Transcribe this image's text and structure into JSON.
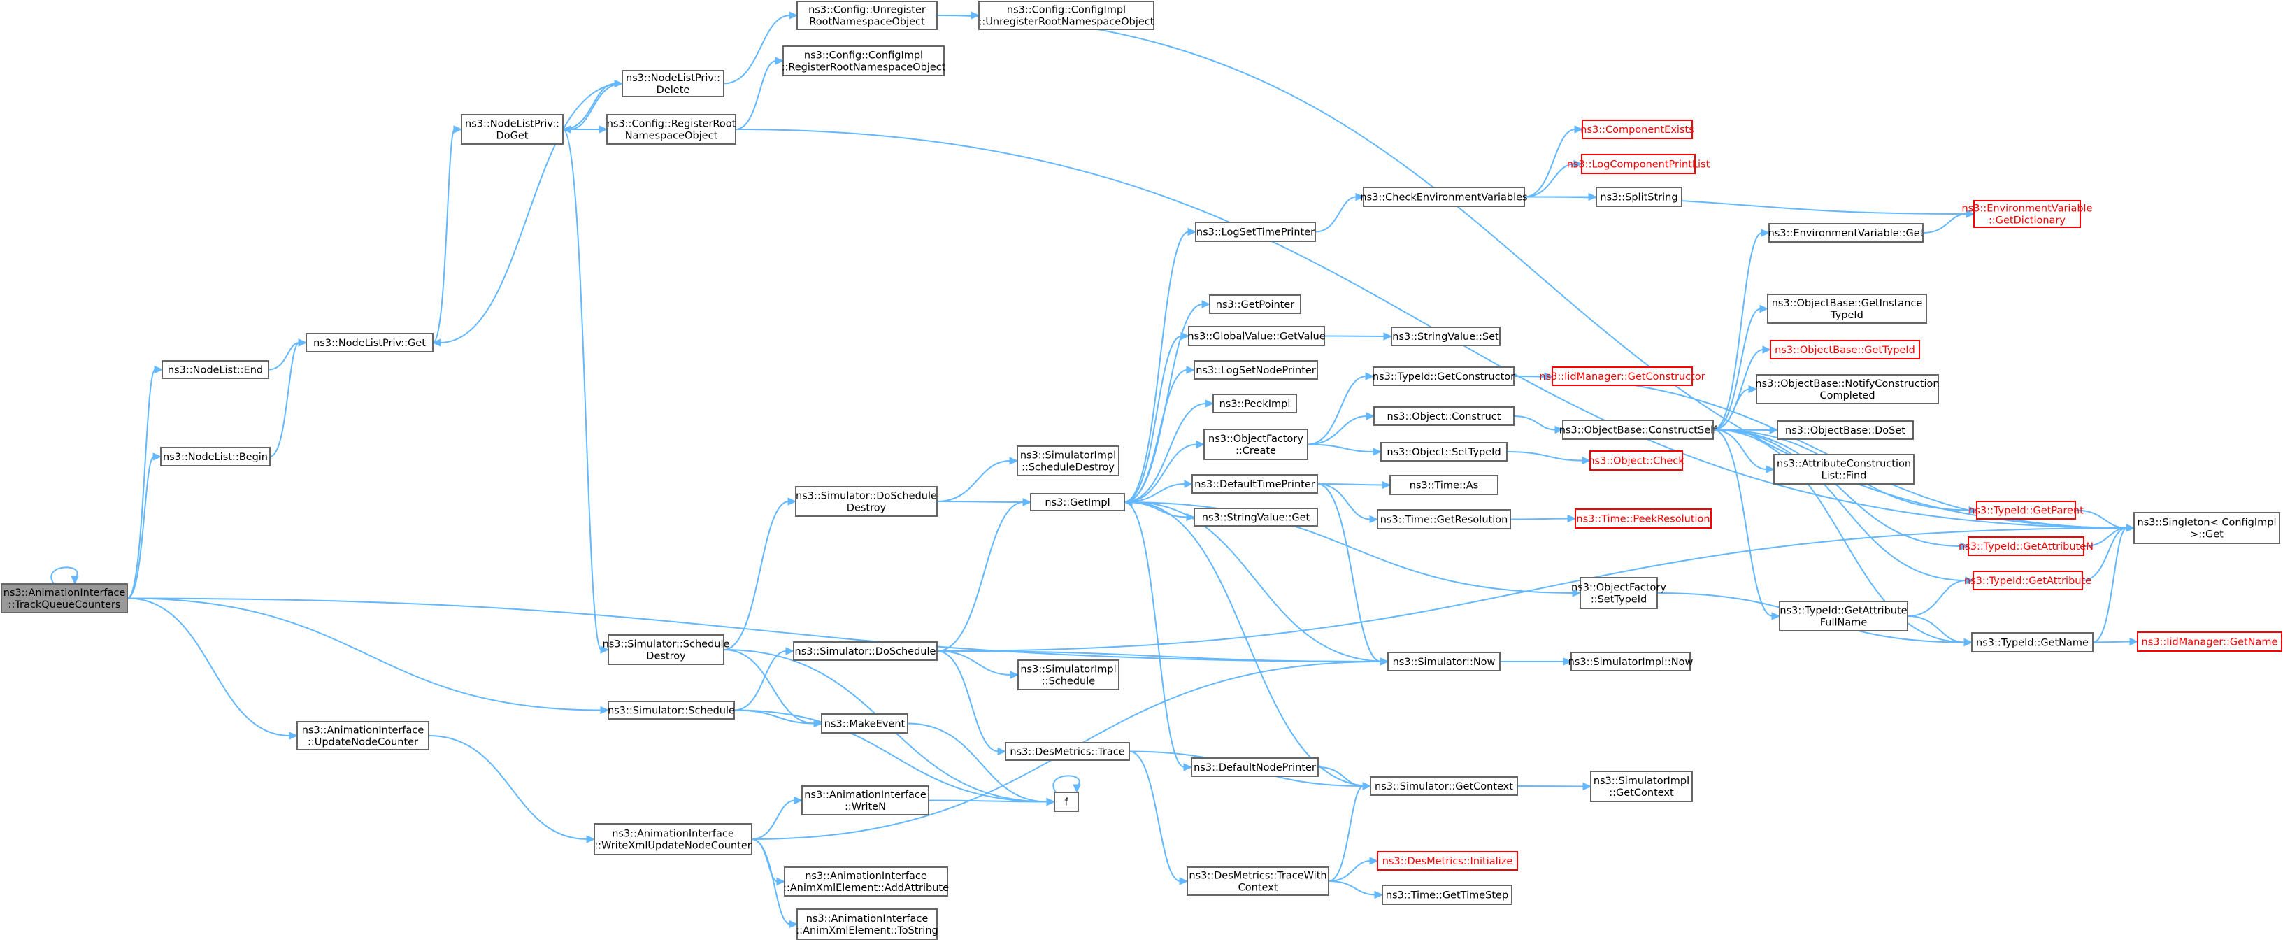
{
  "theme": {
    "edge_color": "#63b8ff",
    "node_border": "#666666",
    "root_fill": "#999999",
    "missing_border": "#ff0000"
  },
  "nodes": [
    {
      "id": "root",
      "lines": [
        "ns3::AnimationInterface",
        "::TrackQueueCounters"
      ],
      "style": "root"
    },
    {
      "id": "nl_end",
      "lines": [
        "ns3::NodeList::End"
      ]
    },
    {
      "id": "nl_begin",
      "lines": [
        "ns3::NodeList::Begin"
      ]
    },
    {
      "id": "nlp_get",
      "lines": [
        "ns3::NodeListPriv::Get"
      ]
    },
    {
      "id": "nlp_doget",
      "lines": [
        "ns3::NodeListPriv::",
        "DoGet"
      ]
    },
    {
      "id": "nlp_delete",
      "lines": [
        "ns3::NodeListPriv::",
        "Delete"
      ]
    },
    {
      "id": "cfg_unreg",
      "lines": [
        "ns3::Config::Unregister",
        "RootNamespaceObject"
      ]
    },
    {
      "id": "cfgimpl_unreg",
      "lines": [
        "ns3::Config::ConfigImpl",
        "::UnregisterRootNamespaceObject"
      ]
    },
    {
      "id": "cfgimpl_reg",
      "lines": [
        "ns3::Config::ConfigImpl",
        "::RegisterRootNamespaceObject"
      ]
    },
    {
      "id": "cfg_reg",
      "lines": [
        "ns3::Config::RegisterRoot",
        "NamespaceObject"
      ]
    },
    {
      "id": "sim_schedule_destroy",
      "lines": [
        "ns3::Simulator::Schedule",
        "Destroy"
      ]
    },
    {
      "id": "sim_schedule",
      "lines": [
        "ns3::Simulator::Schedule"
      ]
    },
    {
      "id": "ai_update",
      "lines": [
        "ns3::AnimationInterface",
        "::UpdateNodeCounter"
      ]
    },
    {
      "id": "ai_write_update",
      "lines": [
        "ns3::AnimationInterface",
        "::WriteXmlUpdateNodeCounter"
      ]
    },
    {
      "id": "sim_do_schedule_destroy",
      "lines": [
        "ns3::Simulator::DoSchedule",
        "Destroy"
      ]
    },
    {
      "id": "sim_do_schedule",
      "lines": [
        "ns3::Simulator::DoSchedule"
      ]
    },
    {
      "id": "make_event",
      "lines": [
        "ns3::MakeEvent"
      ]
    },
    {
      "id": "ai_writen",
      "lines": [
        "ns3::AnimationInterface",
        "::WriteN"
      ]
    },
    {
      "id": "ai_addattr",
      "lines": [
        "ns3::AnimationInterface",
        "::AnimXmlElement::AddAttribute"
      ]
    },
    {
      "id": "ai_tostring",
      "lines": [
        "ns3::AnimationInterface",
        "::AnimXmlElement::ToString"
      ]
    },
    {
      "id": "simimpl_sched_destroy",
      "lines": [
        "ns3::SimulatorImpl",
        "::ScheduleDestroy"
      ]
    },
    {
      "id": "getimpl",
      "lines": [
        "ns3::GetImpl"
      ]
    },
    {
      "id": "simimpl_schedule",
      "lines": [
        "ns3::SimulatorImpl",
        "::Schedule"
      ]
    },
    {
      "id": "des_trace",
      "lines": [
        "ns3::DesMetrics::Trace"
      ]
    },
    {
      "id": "f",
      "lines": [
        "f"
      ]
    },
    {
      "id": "log_set_time",
      "lines": [
        "ns3::LogSetTimePrinter"
      ]
    },
    {
      "id": "get_pointer",
      "lines": [
        "ns3::GetPointer"
      ]
    },
    {
      "id": "gv_getvalue",
      "lines": [
        "ns3::GlobalValue::GetValue"
      ]
    },
    {
      "id": "log_set_node",
      "lines": [
        "ns3::LogSetNodePrinter"
      ]
    },
    {
      "id": "peek_impl",
      "lines": [
        "ns3::PeekImpl"
      ]
    },
    {
      "id": "of_create",
      "lines": [
        "ns3::ObjectFactory",
        "::Create"
      ]
    },
    {
      "id": "default_time",
      "lines": [
        "ns3::DefaultTimePrinter"
      ]
    },
    {
      "id": "sv_get",
      "lines": [
        "ns3::StringValue::Get"
      ]
    },
    {
      "id": "default_node",
      "lines": [
        "ns3::DefaultNodePrinter"
      ]
    },
    {
      "id": "des_trace_ctx",
      "lines": [
        "ns3::DesMetrics::TraceWith",
        "Context"
      ]
    },
    {
      "id": "check_env",
      "lines": [
        "ns3::CheckEnvironmentVariables"
      ]
    },
    {
      "id": "comp_exists",
      "lines": [
        "ns3::ComponentExists"
      ],
      "style": "red"
    },
    {
      "id": "log_comp_print",
      "lines": [
        "ns3::LogComponentPrintList"
      ],
      "style": "red"
    },
    {
      "id": "split_string",
      "lines": [
        "ns3::SplitString"
      ]
    },
    {
      "id": "sv_set",
      "lines": [
        "ns3::StringValue::Set"
      ]
    },
    {
      "id": "tid_get_ctor",
      "lines": [
        "ns3::TypeId::GetConstructor"
      ]
    },
    {
      "id": "iid_get_ctor",
      "lines": [
        "ns3::IidManager::GetConstructor"
      ],
      "style": "red"
    },
    {
      "id": "obj_construct",
      "lines": [
        "ns3::Object::Construct"
      ]
    },
    {
      "id": "obj_settypeid",
      "lines": [
        "ns3::Object::SetTypeId"
      ]
    },
    {
      "id": "obj_check",
      "lines": [
        "ns3::Object::Check"
      ],
      "style": "red"
    },
    {
      "id": "time_as",
      "lines": [
        "ns3::Time::As"
      ]
    },
    {
      "id": "time_getres",
      "lines": [
        "ns3::Time::GetResolution"
      ]
    },
    {
      "id": "time_peekres",
      "lines": [
        "ns3::Time::PeekResolution"
      ],
      "style": "red"
    },
    {
      "id": "of_settypeid",
      "lines": [
        "ns3::ObjectFactory",
        "::SetTypeId"
      ]
    },
    {
      "id": "sim_now",
      "lines": [
        "ns3::Simulator::Now"
      ]
    },
    {
      "id": "simimpl_now",
      "lines": [
        "ns3::SimulatorImpl::Now"
      ]
    },
    {
      "id": "sim_getctx",
      "lines": [
        "ns3::Simulator::GetContext"
      ]
    },
    {
      "id": "simimpl_getctx",
      "lines": [
        "ns3::SimulatorImpl",
        "::GetContext"
      ]
    },
    {
      "id": "des_init",
      "lines": [
        "ns3::DesMetrics::Initialize"
      ],
      "style": "red"
    },
    {
      "id": "time_getstep",
      "lines": [
        "ns3::Time::GetTimeStep"
      ]
    },
    {
      "id": "env_get",
      "lines": [
        "ns3::EnvironmentVariable::Get"
      ]
    },
    {
      "id": "env_getdict",
      "lines": [
        "ns3::EnvironmentVariable",
        "::GetDictionary"
      ],
      "style": "red"
    },
    {
      "id": "ob_getinst",
      "lines": [
        "ns3::ObjectBase::GetInstance",
        "TypeId"
      ]
    },
    {
      "id": "ob_gettypeid",
      "lines": [
        "ns3::ObjectBase::GetTypeId"
      ],
      "style": "red"
    },
    {
      "id": "ob_notify",
      "lines": [
        "ns3::ObjectBase::NotifyConstruction",
        "Completed"
      ]
    },
    {
      "id": "ob_construct_self",
      "lines": [
        "ns3::ObjectBase::ConstructSelf"
      ]
    },
    {
      "id": "ob_doset",
      "lines": [
        "ns3::ObjectBase::DoSet"
      ]
    },
    {
      "id": "attr_find",
      "lines": [
        "ns3::AttributeConstruction",
        "List::Find"
      ]
    },
    {
      "id": "tid_getparent",
      "lines": [
        "ns3::TypeId::GetParent"
      ],
      "style": "red"
    },
    {
      "id": "tid_getattrn",
      "lines": [
        "ns3::TypeId::GetAttributeN"
      ],
      "style": "red"
    },
    {
      "id": "tid_getattr",
      "lines": [
        "ns3::TypeId::GetAttribute"
      ],
      "style": "red"
    },
    {
      "id": "tid_getattrfull",
      "lines": [
        "ns3::TypeId::GetAttribute",
        "FullName"
      ]
    },
    {
      "id": "tid_getname",
      "lines": [
        "ns3::TypeId::GetName"
      ]
    },
    {
      "id": "iid_getname",
      "lines": [
        "ns3::IidManager::GetName"
      ],
      "style": "red"
    },
    {
      "id": "singleton_get",
      "lines": [
        "ns3::Singleton< ConfigImpl",
        ">::Get"
      ]
    }
  ],
  "edges": [
    [
      "root",
      "root"
    ],
    [
      "root",
      "nl_end"
    ],
    [
      "root",
      "nl_begin"
    ],
    [
      "root",
      "sim_now"
    ],
    [
      "root",
      "sim_schedule"
    ],
    [
      "root",
      "ai_update"
    ],
    [
      "nl_end",
      "nlp_get"
    ],
    [
      "nl_begin",
      "nlp_get"
    ],
    [
      "nlp_get",
      "nlp_doget"
    ],
    [
      "nlp_doget",
      "nlp_delete"
    ],
    [
      "nlp_doget",
      "cfg_reg"
    ],
    [
      "nlp_doget",
      "sim_schedule_destroy"
    ],
    [
      "nlp_delete",
      "nlp_get"
    ],
    [
      "nlp_delete",
      "nlp_doget"
    ],
    [
      "nlp_delete",
      "cfg_unreg"
    ],
    [
      "cfg_unreg",
      "cfgimpl_unreg"
    ],
    [
      "cfg_unreg",
      "singleton_get"
    ],
    [
      "cfg_reg",
      "cfgimpl_reg"
    ],
    [
      "cfg_reg",
      "singleton_get"
    ],
    [
      "sim_schedule_destroy",
      "sim_do_schedule_destroy"
    ],
    [
      "sim_schedule_destroy",
      "make_event"
    ],
    [
      "sim_schedule_destroy",
      "f"
    ],
    [
      "sim_schedule",
      "sim_do_schedule"
    ],
    [
      "sim_schedule",
      "make_event"
    ],
    [
      "sim_schedule",
      "f"
    ],
    [
      "ai_update",
      "ai_write_update"
    ],
    [
      "ai_write_update",
      "ai_writen"
    ],
    [
      "ai_write_update",
      "ai_addattr"
    ],
    [
      "ai_write_update",
      "ai_tostring"
    ],
    [
      "ai_write_update",
      "sim_now"
    ],
    [
      "sim_do_schedule_destroy",
      "simimpl_sched_destroy"
    ],
    [
      "sim_do_schedule_destroy",
      "getimpl"
    ],
    [
      "sim_do_schedule",
      "getimpl"
    ],
    [
      "sim_do_schedule",
      "simimpl_schedule"
    ],
    [
      "sim_do_schedule",
      "des_trace"
    ],
    [
      "sim_do_schedule",
      "sim_now"
    ],
    [
      "sim_do_schedule",
      "singleton_get"
    ],
    [
      "make_event",
      "f"
    ],
    [
      "ai_writen",
      "f"
    ],
    [
      "f",
      "f"
    ],
    [
      "des_trace",
      "sim_getctx"
    ],
    [
      "des_trace",
      "des_trace_ctx"
    ],
    [
      "getimpl",
      "log_set_time"
    ],
    [
      "getimpl",
      "get_pointer"
    ],
    [
      "getimpl",
      "gv_getvalue"
    ],
    [
      "getimpl",
      "log_set_node"
    ],
    [
      "getimpl",
      "peek_impl"
    ],
    [
      "getimpl",
      "of_create"
    ],
    [
      "getimpl",
      "default_time"
    ],
    [
      "getimpl",
      "sv_get"
    ],
    [
      "getimpl",
      "default_node"
    ],
    [
      "getimpl",
      "of_settypeid"
    ],
    [
      "log_set_time",
      "check_env"
    ],
    [
      "check_env",
      "comp_exists"
    ],
    [
      "check_env",
      "log_comp_print"
    ],
    [
      "check_env",
      "split_string"
    ],
    [
      "check_env",
      "env_getdict"
    ],
    [
      "gv_getvalue",
      "sv_set"
    ],
    [
      "of_create",
      "tid_get_ctor"
    ],
    [
      "of_create",
      "obj_construct"
    ],
    [
      "of_create",
      "obj_settypeid"
    ],
    [
      "tid_get_ctor",
      "iid_get_ctor"
    ],
    [
      "tid_get_ctor",
      "singleton_get"
    ],
    [
      "obj_construct",
      "ob_construct_self"
    ],
    [
      "obj_settypeid",
      "obj_check"
    ],
    [
      "default_time",
      "time_as"
    ],
    [
      "default_time",
      "time_getres"
    ],
    [
      "default_time",
      "sim_now"
    ],
    [
      "time_getres",
      "time_peekres"
    ],
    [
      "of_settypeid",
      "tid_getname"
    ],
    [
      "sim_now",
      "getimpl"
    ],
    [
      "sim_now",
      "simimpl_now"
    ],
    [
      "default_node",
      "sim_getctx"
    ],
    [
      "sim_getctx",
      "getimpl"
    ],
    [
      "sim_getctx",
      "simimpl_getctx"
    ],
    [
      "des_trace_ctx",
      "des_init"
    ],
    [
      "des_trace_ctx",
      "time_getstep"
    ],
    [
      "des_trace_ctx",
      "sim_getctx"
    ],
    [
      "ob_construct_self",
      "env_get"
    ],
    [
      "ob_construct_self",
      "ob_getinst"
    ],
    [
      "ob_construct_self",
      "ob_gettypeid"
    ],
    [
      "ob_construct_self",
      "ob_notify"
    ],
    [
      "ob_construct_self",
      "ob_doset"
    ],
    [
      "ob_construct_self",
      "attr_find"
    ],
    [
      "ob_construct_self",
      "tid_getparent"
    ],
    [
      "ob_construct_self",
      "tid_getattrn"
    ],
    [
      "ob_construct_self",
      "tid_getattr"
    ],
    [
      "ob_construct_self",
      "tid_getattrfull"
    ],
    [
      "ob_construct_self",
      "tid_getname"
    ],
    [
      "env_get",
      "env_getdict"
    ],
    [
      "tid_getparent",
      "singleton_get"
    ],
    [
      "tid_getattrn",
      "singleton_get"
    ],
    [
      "tid_getattr",
      "singleton_get"
    ],
    [
      "tid_getattrfull",
      "tid_getattr"
    ],
    [
      "tid_getattrfull",
      "tid_getname"
    ],
    [
      "tid_getname",
      "iid_getname"
    ],
    [
      "tid_getname",
      "singleton_get"
    ]
  ]
}
